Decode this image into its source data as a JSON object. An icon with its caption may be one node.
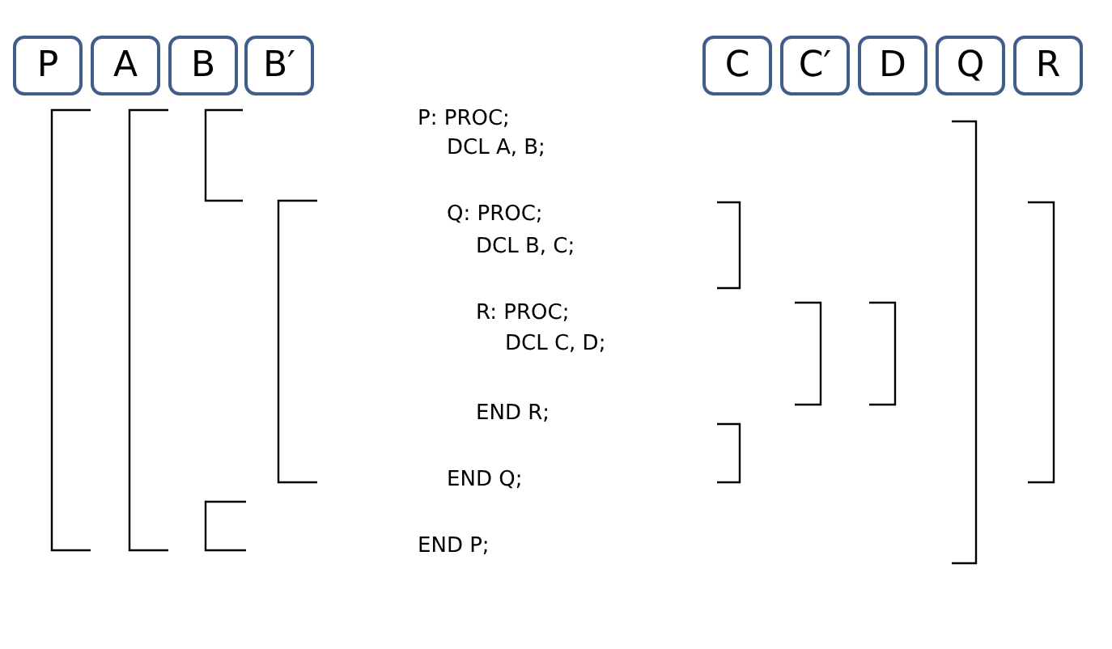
{
  "diagram": {
    "nodes": [
      {
        "text": [
          "P"
        ]
      },
      {
        "text": [
          "A"
        ]
      },
      {
        "text": [
          "B"
        ]
      },
      {
        "text": [
          "B′"
        ]
      },
      {
        "text": [
          "C"
        ]
      },
      {
        "text": [
          "C′"
        ]
      },
      {
        "text": [
          "D"
        ]
      },
      {
        "text": [
          "Q"
        ]
      },
      {
        "text": [
          "R"
        ]
      }
    ],
    "edges": [],
    "labels": [
      "P: PROC;",
      "DCL A, B;",
      "Q: PROC;",
      "DCL B, C;",
      "R: PROC;",
      "DCL C, D;",
      "END R;",
      "END Q;",
      "END P;"
    ]
  }
}
